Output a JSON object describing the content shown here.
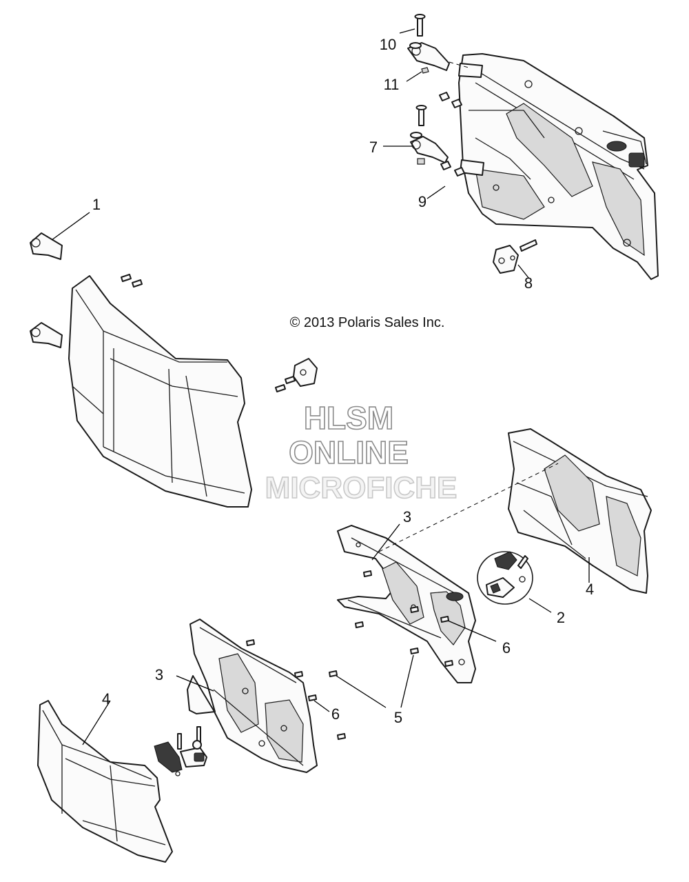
{
  "copyright": "© 2013 Polaris Sales Inc.",
  "watermark": {
    "line1": "HLSM",
    "line2": "ONLINE",
    "line3": "MICROFICHE"
  },
  "callouts": {
    "c1": "1",
    "c2": "2",
    "c3a": "3",
    "c3b": "3",
    "c4a": "4",
    "c4b": "4",
    "c5": "5",
    "c6a": "6",
    "c6b": "6",
    "c7": "7",
    "c8": "8",
    "c9": "9",
    "c10": "10",
    "c11": "11"
  }
}
